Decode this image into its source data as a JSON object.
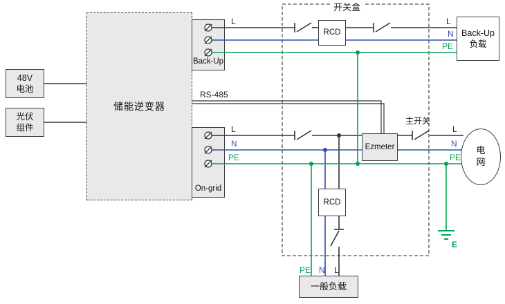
{
  "blocks": {
    "battery": {
      "line1": "48V",
      "line2": "电池"
    },
    "pv": {
      "line1": "光伏",
      "line2": "组件"
    },
    "inverter": {
      "label": "储能逆变器"
    },
    "backup_port": {
      "label": "Back-Up"
    },
    "ongrid_port": {
      "label": "On-grid"
    },
    "switch_box": {
      "label": "开关盒"
    },
    "rcd_top": {
      "label": "RCD"
    },
    "rcd_bottom": {
      "label": "RCD"
    },
    "ezmeter": {
      "label": "Ezmeter"
    },
    "backup_load": {
      "line1": "Back-Up",
      "line2": "负载"
    },
    "grid": {
      "line1": "电",
      "line2": "网"
    },
    "general_load": {
      "label": "一般负载"
    }
  },
  "labels": {
    "rs485": "RS-485",
    "main_switch": "主开关",
    "earth": "E",
    "backup_line_l": "L",
    "backup_load_l": "L",
    "backup_load_n": "N",
    "backup_load_pe": "PE",
    "ongrid_l": "L",
    "ongrid_n": "N",
    "ongrid_pe": "PE",
    "grid_l": "L",
    "grid_n": "N",
    "grid_pe": "PE",
    "general_load_pe": "PE",
    "general_load_n": "N",
    "general_load_l": "L"
  },
  "colors": {
    "line_l": "#333333",
    "line_n": "#2b4ea8",
    "line_pe": "#00a351",
    "block_fill": "#e9e9e9"
  }
}
